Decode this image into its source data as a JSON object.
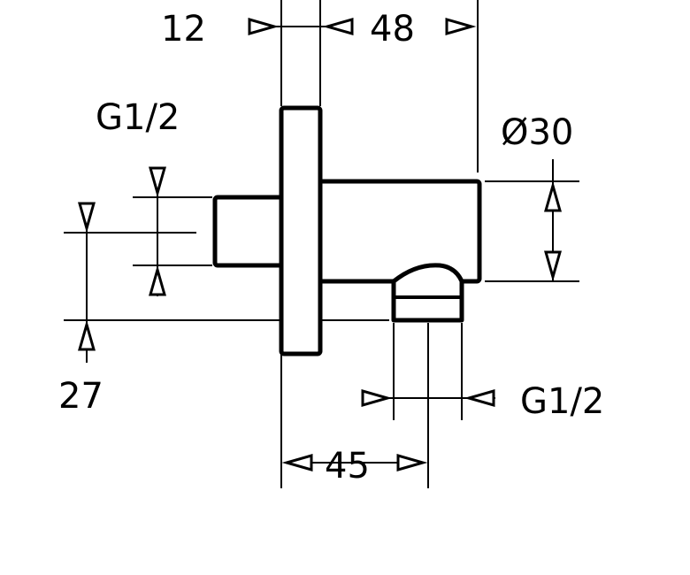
{
  "drawing": {
    "dimensions": {
      "top_left": "12",
      "top_right": "48",
      "inlet_thread": "G1/2",
      "diameter": "Ø30",
      "height": "27",
      "outlet_thread": "G1/2",
      "bottom": "45"
    }
  }
}
